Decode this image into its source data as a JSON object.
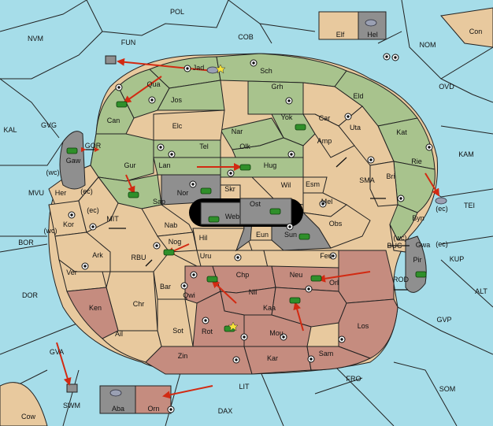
{
  "map": {
    "colors": {
      "sea": "#a6dde9",
      "neutral_land": "#e8c99e",
      "green_power": "#a8c38d",
      "red_power": "#c58c7f",
      "impassable": "#8f8f8f",
      "order_arrow": "#d22a12",
      "army_unit": "#2f8f2a"
    },
    "sea_labels": [
      "POL",
      "NVM",
      "FUN",
      "COB",
      "NOM",
      "Con",
      "OVD",
      "KAL",
      "GVG",
      "KAM",
      "GOR",
      "TEI",
      "MVU",
      "SMA",
      "MIT",
      "BOR",
      "RBU",
      "BUC",
      "KUP",
      "DOR",
      "ROD",
      "ALT",
      "GVP",
      "GVA",
      "FRO",
      "SOM",
      "LIT",
      "SWM",
      "DAX",
      "Cow"
    ],
    "land_labels": [
      "Elf",
      "Hel",
      "Jad",
      "Sch",
      "Qua",
      "Jos",
      "Grh",
      "Can",
      "Eld",
      "Yok",
      "Car",
      "Elc",
      "Nar",
      "Uta",
      "Kat",
      "Tel",
      "Olk",
      "Amp",
      "Gaw",
      "Gur",
      "Lan",
      "Hug",
      "Rie",
      "Wil",
      "Esm",
      "Bri",
      "Nor",
      "Skr",
      "Ost",
      "Her",
      "Sap",
      "Web",
      "Mel",
      "Byn",
      "Kor",
      "Nab",
      "Obs",
      "Eun",
      "Sun",
      "Hil",
      "Gwa",
      "Ark",
      "Nog",
      "Uru",
      "Feu",
      "Pir",
      "Ver",
      "Chp",
      "Neu",
      "Bar",
      "Qwi",
      "Orl",
      "Nil",
      "Ken",
      "Chr",
      "Kaa",
      "Ail",
      "Sot",
      "Rot",
      "Mou",
      "Los",
      "Zin",
      "Kar",
      "Sam",
      "Aba",
      "Orn"
    ],
    "coast_labels": [
      "(wc)",
      "(ec)",
      "(ec)",
      "(wc)",
      "(wc)",
      "(ec)",
      "(ec)"
    ],
    "icons": {
      "supply_center": "supply-center-icon",
      "army": "army-unit-icon",
      "fleet": "fleet-unit-icon",
      "star": "star-icon"
    }
  }
}
